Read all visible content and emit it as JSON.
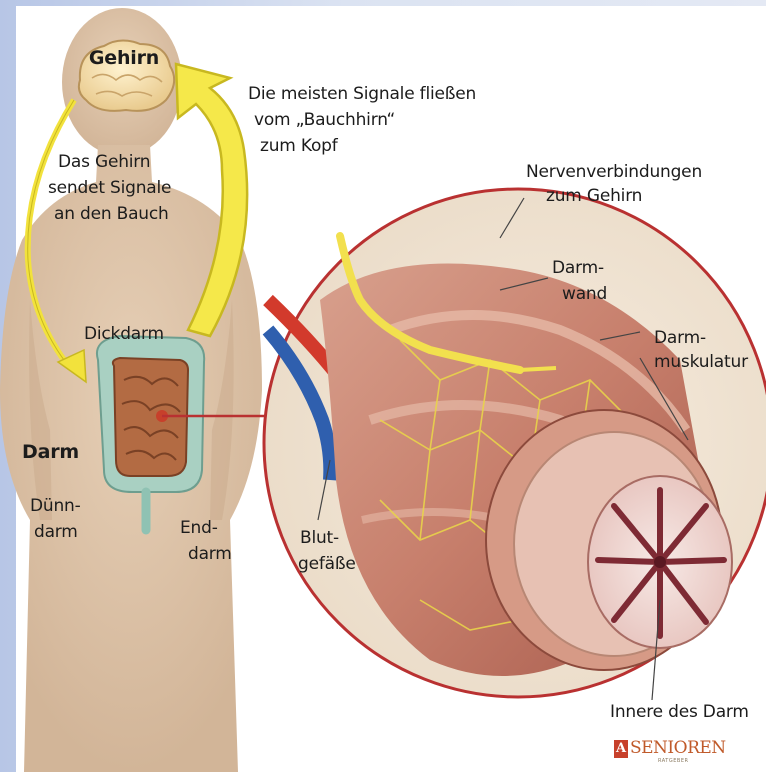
{
  "labels": {
    "brain": "Gehirn",
    "signals_to_head": [
      "Die meisten Signale fließen",
      "vom „Bauchhirn“",
      "zum Kopf"
    ],
    "brain_to_gut": [
      "Das Gehirn",
      "sendet Signale",
      "an den Bauch"
    ],
    "nerve_connections": [
      "Nervenverbindungen",
      "zum Gehirn"
    ],
    "gut_wall": [
      "Darm-",
      "wand"
    ],
    "gut_muscles": [
      "Darm-",
      "muskulatur"
    ],
    "large_intestine": "Dickdarm",
    "gut": "Darm",
    "small_intestine": [
      "Dünn-",
      "darm"
    ],
    "rectum": [
      "End-",
      "darm"
    ],
    "blood_vessels": [
      "Blut-",
      "gefäße"
    ],
    "gut_interior": "Innere des Darm"
  },
  "brand": {
    "badge": "A",
    "name": "SENIOREN",
    "sub": "RATGEBER"
  }
}
